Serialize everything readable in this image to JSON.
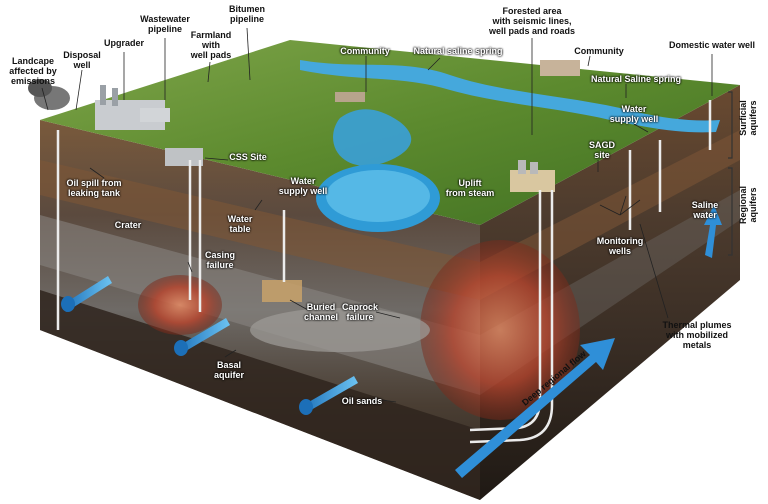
{
  "labels": {
    "landscape": "Landcape\naffected by\nemissions",
    "disposal_well": "Disposal\nwell",
    "upgrader": "Upgrader",
    "wastewater_pipeline": "Wastewater\npipeline",
    "farmland": "Farmland\nwith\nwell pads",
    "bitumen_pipeline": "Bitumen\npipeline",
    "forested_area": "Forested area\nwith seismic lines,\nwell pads and roads",
    "community_center": "Community",
    "natural_saline_spring_1": "Natural saline spring",
    "community_right": "Community",
    "domestic_water_well": "Domestic water well",
    "natural_saline_spring_2": "Natural Saline spring",
    "water_supply_well_right": "Water\nsupply well",
    "sagd_site": "SAGD\nsite",
    "css_site": "CSS Site",
    "oil_spill": "Oil spill from\nleaking tank",
    "water_supply_well_center": "Water\nsupply well",
    "uplift_from_steam": "Uplift\nfrom steam",
    "crater": "Crater",
    "water_table": "Water\ntable",
    "casing_failure": "Casing\nfailure",
    "buried_channel": "Buried\nchannel",
    "caprock_failure": "Caprock\nfailure",
    "monitoring_wells": "Monitoring\nwells",
    "saline_water": "Saline\nwater",
    "thermal_plumes": "Thermal plumes\nwith mobilized\nmetals",
    "basal_aquifer": "Basal\naquifer",
    "oil_sands": "Oil sands",
    "deep_regional_flow": "Deep regional flow",
    "surficial_aquifers": "Surficial\naquifers",
    "regional_aquifers": "Regional\naquifers"
  },
  "colors": {
    "vegetation": "#5e8c2c",
    "water": "#3fa7dc",
    "soil": "#6b4a32",
    "oil_sands": "#3a2d24",
    "plume": "#b5452e",
    "flow_arrow": "#2f8fd8"
  }
}
